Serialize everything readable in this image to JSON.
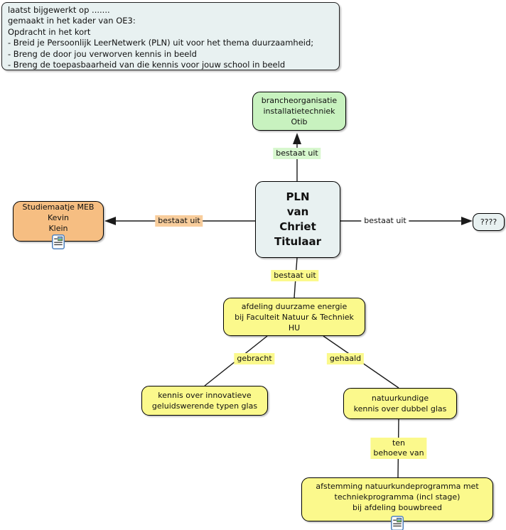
{
  "note_box": {
    "lines": [
      "laatst bijgewerkt op .......",
      "gemaakt in het kader van OE3:",
      "Opdracht in het kort",
      "- Breid je Persoonlijk LeerNetwerk (PLN) uit voor het thema duurzaamheid;",
      "- Breng de door jou verworven kennis in beeld",
      "- Breng de toepasbaarheid van die kennis voor jouw school in beeld"
    ]
  },
  "nodes": {
    "otib": {
      "lines": [
        "brancheorganisatie",
        "installatietechniek",
        "Otib"
      ]
    },
    "pln": {
      "lines": [
        "PLN",
        "van",
        "Chriet",
        "Titulaar"
      ]
    },
    "studiemaatje": {
      "lines": [
        "Studiemaatje MEB",
        "Kevin",
        "Klein"
      ],
      "icon": "document-resource-icon"
    },
    "unknown": {
      "label": "????"
    },
    "afdeling": {
      "lines": [
        "afdeling duurzame energie",
        "bij Faculteit Natuur & Techniek",
        "HU"
      ]
    },
    "kennis_glas": {
      "lines": [
        "kennis over innovatieve",
        "geluidswerende typen glas"
      ]
    },
    "natuurkundige_kennis": {
      "lines": [
        "natuurkundige",
        "kennis over dubbel glas"
      ]
    },
    "afstemming": {
      "lines": [
        "afstemming natuurkundeprogramma met",
        "techniekprogramma (incl stage)",
        "bij afdeling bouwbreed"
      ],
      "icon": "document-resource-icon"
    }
  },
  "links": {
    "to_otib": "bestaat uit",
    "to_studiemaatje": "bestaat uit",
    "to_unknown": "bestaat uit",
    "to_afdeling": "bestaat uit",
    "gebracht": "gebracht",
    "gehaald": "gehaald",
    "ten_behoeve_van": [
      "ten",
      "behoeve van"
    ]
  },
  "colors": {
    "node_green": "#C8F2BF",
    "node_bluegray": "#E8F1F1",
    "node_orange": "#F6BE82",
    "node_yellow": "#FBF98C",
    "label_green": "#D7F7CE",
    "label_orange": "#F8CD9C",
    "label_yellow": "#FBF98C",
    "border": "#000000",
    "connector_line": "#1A1A1A"
  }
}
